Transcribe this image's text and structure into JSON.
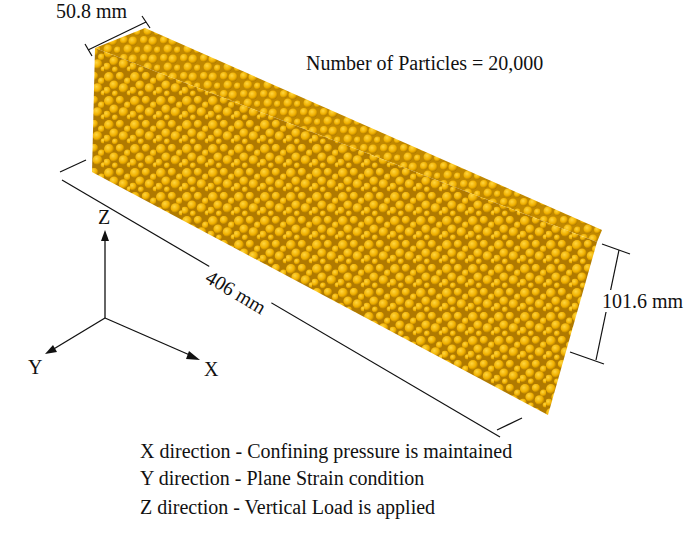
{
  "diagram": {
    "labels": [
      "50.8 mm",
      "Number of Particles = 20,000",
      "Z",
      "406 mm",
      "101.6 mm",
      "Y",
      "X",
      "X direction - Confining pressure is maintained",
      "Y direction - Plane Strain condition",
      "Z direction - Vertical Load is applied"
    ]
  }
}
